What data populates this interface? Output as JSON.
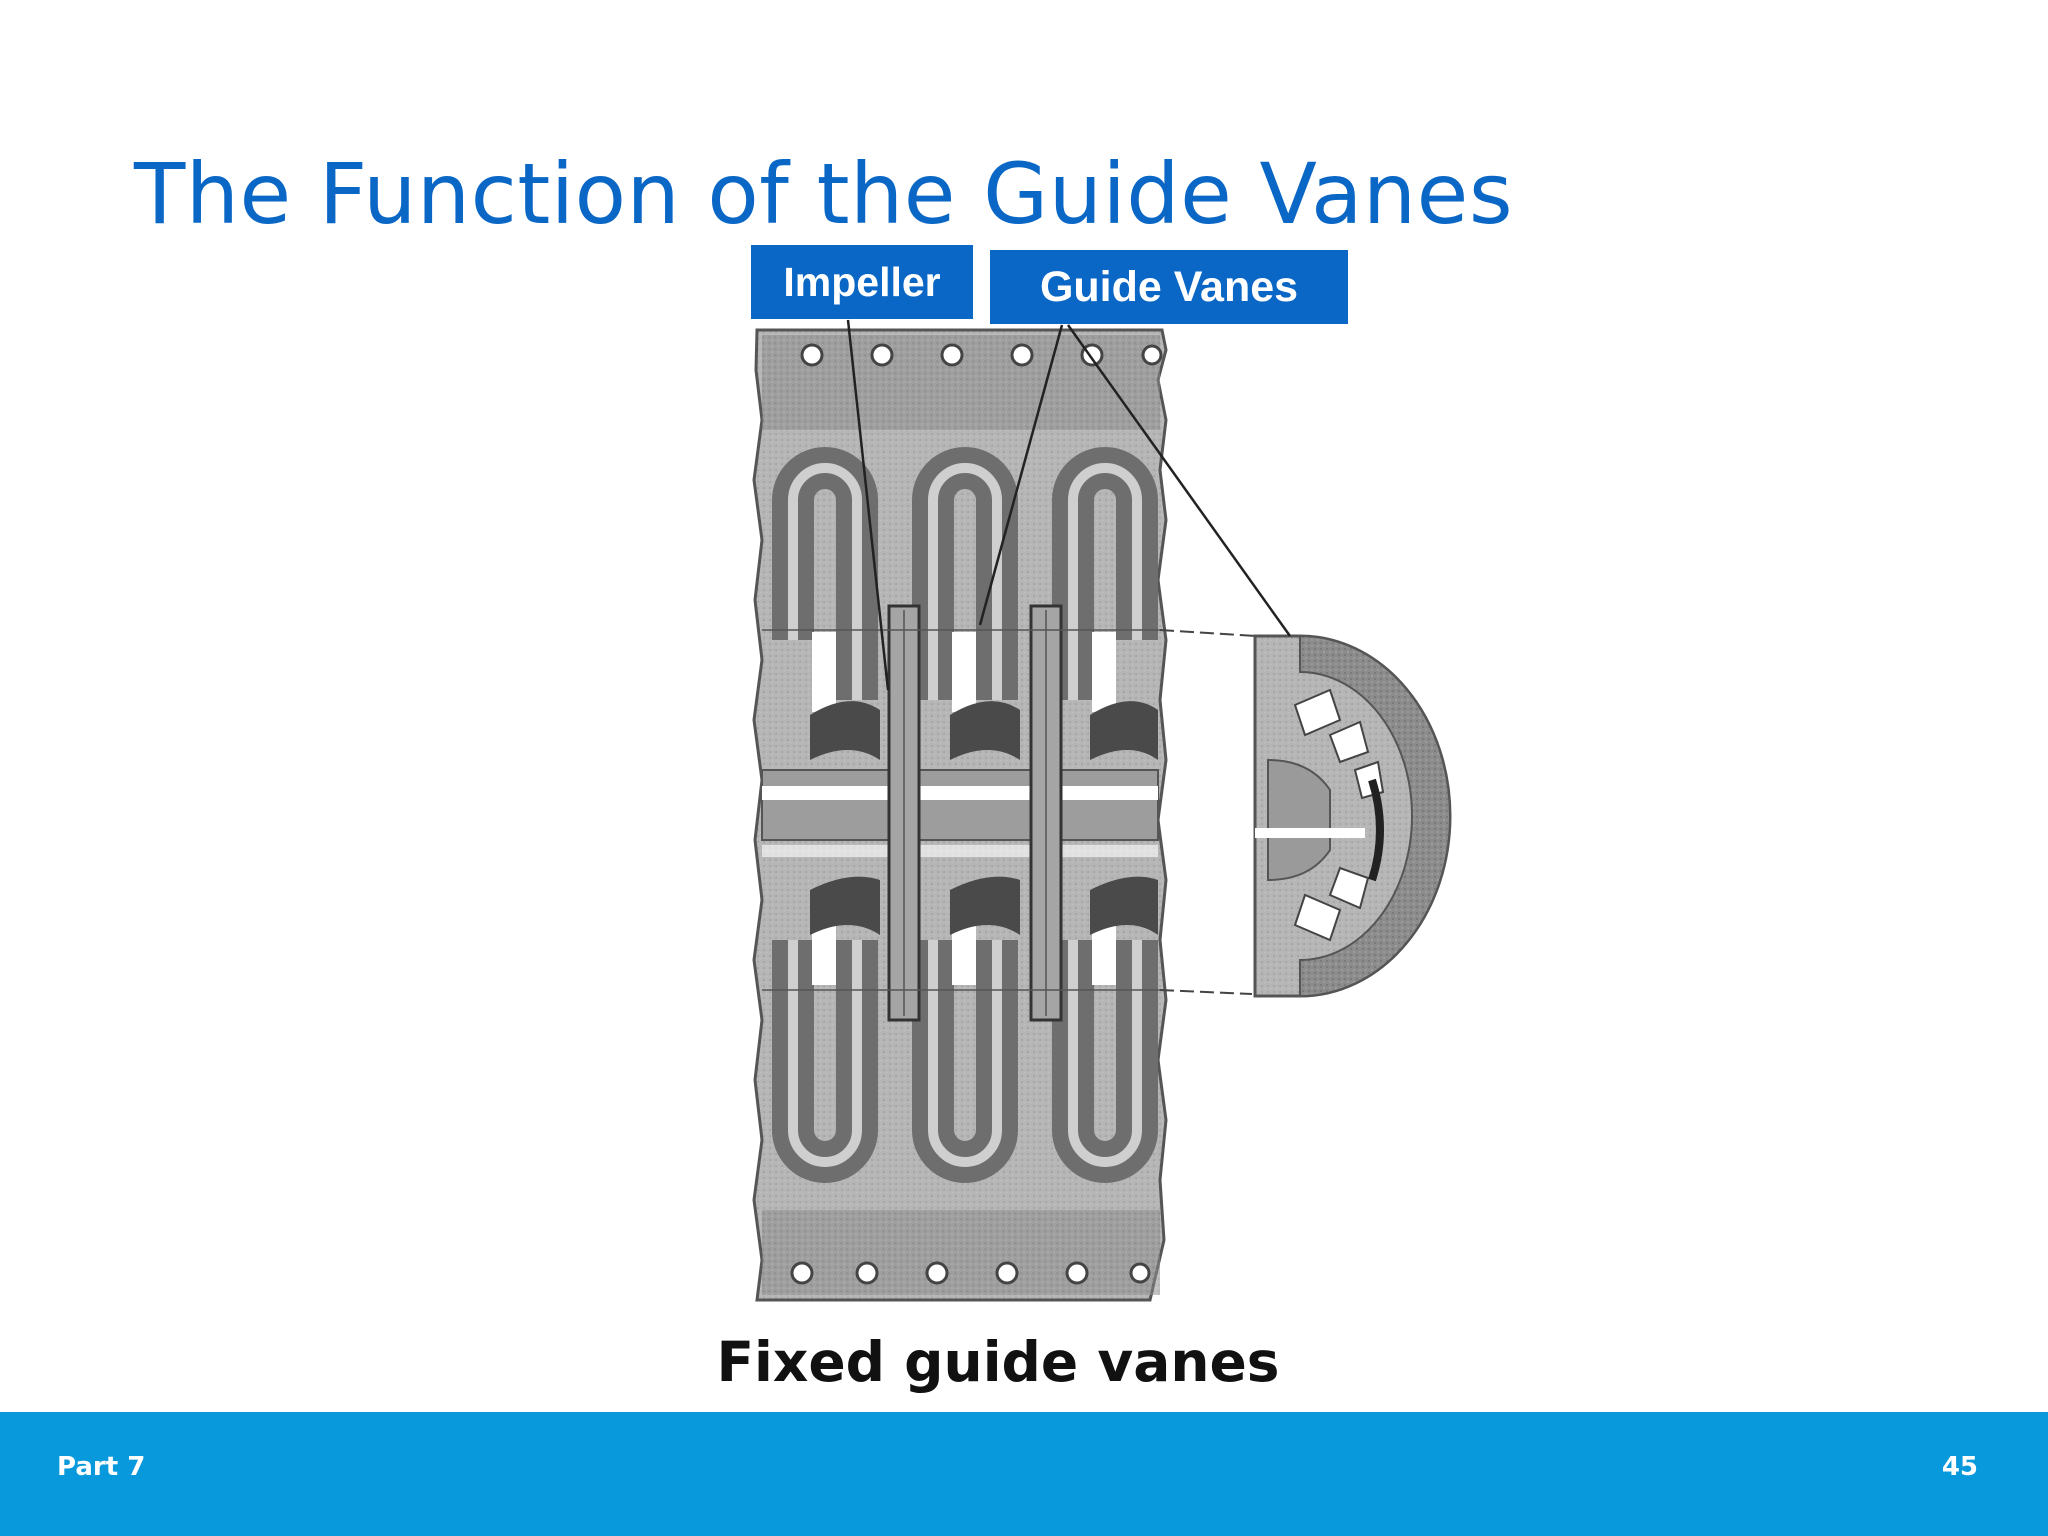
{
  "slide": {
    "title": "The Function of the Guide Vanes",
    "caption": "Fixed guide vanes"
  },
  "callouts": {
    "impeller": "Impeller",
    "guide_vanes": "Guide Vanes"
  },
  "footer": {
    "section": "Part 7",
    "page_number": "45"
  },
  "colors": {
    "title_blue": "#0a67c5",
    "callout_blue": "#0a67c5",
    "footer_blue": "#0799db"
  }
}
